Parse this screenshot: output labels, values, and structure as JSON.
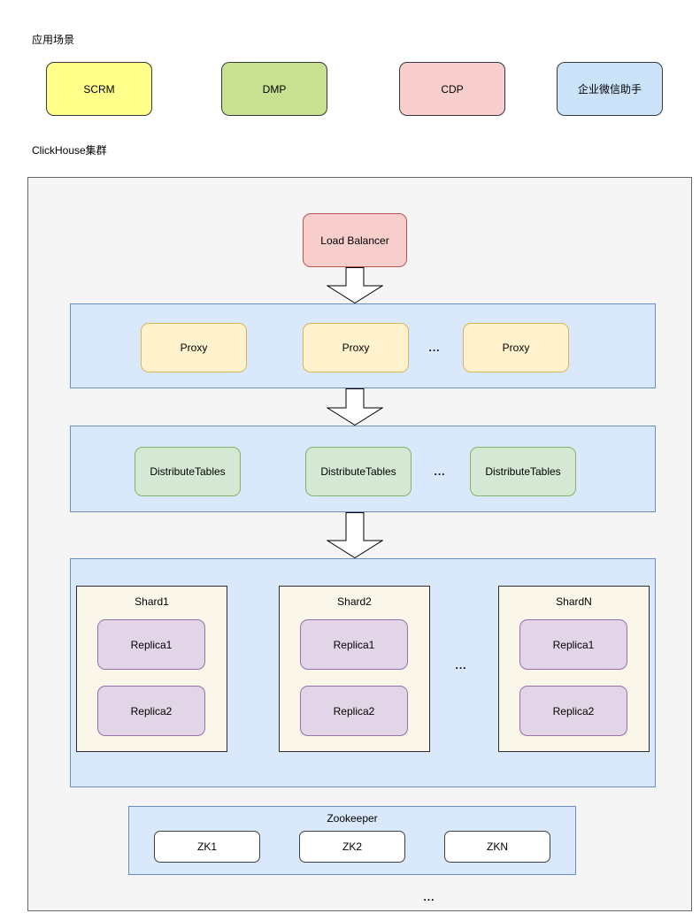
{
  "page_labels": {
    "application_scenarios": "应用场景",
    "clickhouse_cluster": "ClickHouse集群"
  },
  "app_nodes": [
    {
      "label": "SCRM",
      "fill": "#FFFF8A",
      "border": "#36393D"
    },
    {
      "label": "DMP",
      "fill": "#C8E191",
      "border": "#36393D"
    },
    {
      "label": "CDP",
      "fill": "#F8CECC",
      "border": "#36393D"
    },
    {
      "label": "企业微信助手",
      "fill": "#CBE3F8",
      "border": "#36393D"
    }
  ],
  "cluster": {
    "load_balancer_label": "Load Balancer",
    "proxy_row": {
      "labels": [
        "Proxy",
        "Proxy",
        "Proxy"
      ],
      "ellipsis": "..."
    },
    "distribute_row": {
      "labels": [
        "DistributeTables",
        "DistributeTables",
        "DistributeTables"
      ],
      "ellipsis": "..."
    },
    "shard_row": {
      "shards": [
        {
          "title": "Shard1",
          "replicas": [
            "Replica1",
            "Replica2"
          ]
        },
        {
          "title": "Shard2",
          "replicas": [
            "Replica1",
            "Replica2"
          ]
        },
        {
          "title": "ShardN",
          "replicas": [
            "Replica1",
            "Replica2"
          ]
        }
      ],
      "ellipsis": "..."
    },
    "zookeeper": {
      "title": "Zookeeper",
      "nodes": [
        "ZK1",
        "ZK2",
        "ZKN"
      ]
    },
    "bottom_ellipsis": "..."
  },
  "colors": {
    "page_background": "#FFFFFF",
    "container_fill": "#F5F5F5",
    "container_border": "#666666",
    "band_fill": "#DAE8FC",
    "band_border": "#6C8EBF",
    "load_balancer_fill": "#F8CECC",
    "load_balancer_border": "#B85450",
    "proxy_fill": "#FFF2CC",
    "proxy_border": "#D6B656",
    "distribute_fill": "#D5E8D4",
    "distribute_border": "#82B366",
    "shard_fill": "#FAF6EA",
    "shard_border": "#2D2D2D",
    "replica_fill": "#E1D5E7",
    "replica_border": "#9673A6",
    "zk_node_fill": "#FFFFFF",
    "zk_node_border": "#3F3F3F",
    "arrow_fill": "#FFFFFF",
    "arrow_border": "#000000"
  }
}
